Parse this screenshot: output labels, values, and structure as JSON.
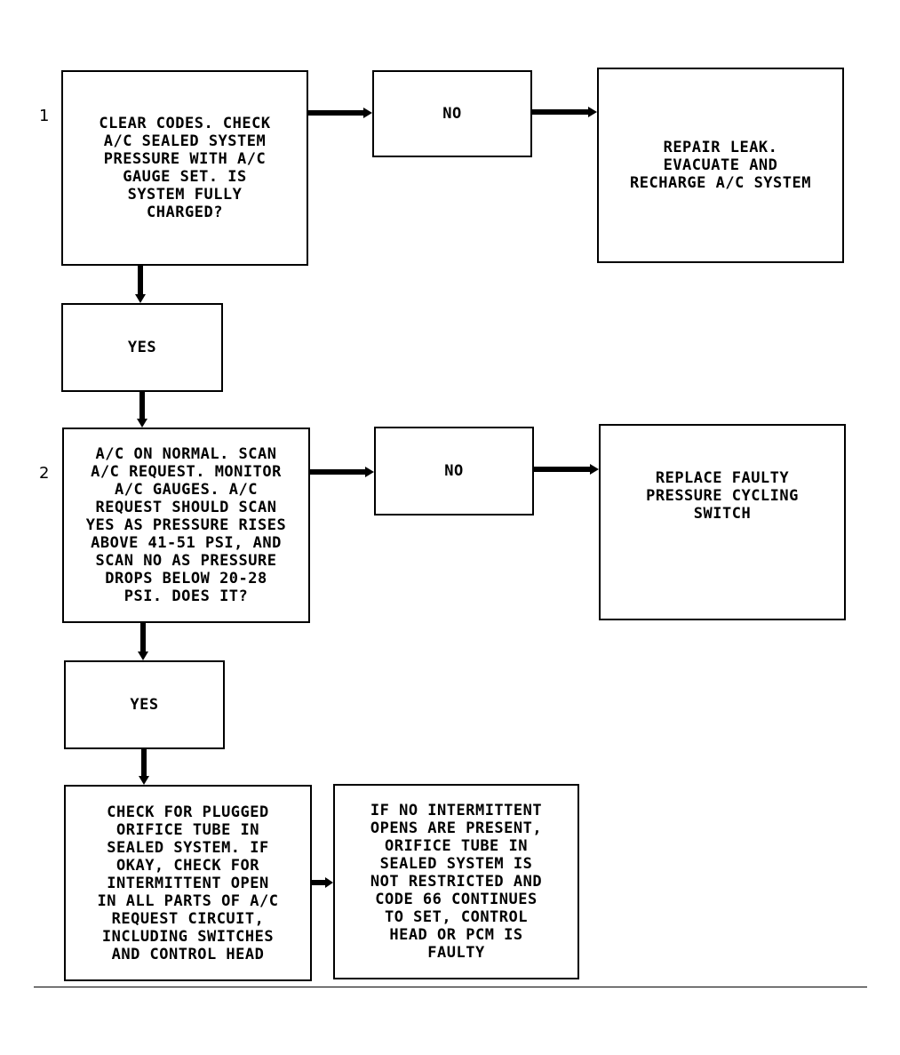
{
  "steps": {
    "one": "1",
    "two": "2"
  },
  "boxes": {
    "step1_question": "CLEAR CODES. CHECK\nA/C SEALED SYSTEM\nPRESSURE WITH A/C\nGAUGE SET. IS\nSYSTEM FULLY\nCHARGED?",
    "step1_no": "NO",
    "step1_no_action": "REPAIR LEAK.\nEVACUATE AND\nRECHARGE A/C SYSTEM",
    "step1_yes": "YES",
    "step2_question": "A/C ON NORMAL. SCAN\nA/C REQUEST. MONITOR\nA/C GAUGES. A/C\nREQUEST SHOULD SCAN\nYES AS PRESSURE RISES\nABOVE 41-51 PSI, AND\nSCAN NO AS PRESSURE\nDROPS BELOW 20-28\nPSI. DOES IT?",
    "step2_no": "NO",
    "step2_no_action": "REPLACE FAULTY\nPRESSURE CYCLING\nSWITCH",
    "step2_yes": "YES",
    "step3_check": "CHECK FOR PLUGGED\nORIFICE TUBE IN\nSEALED SYSTEM. IF\nOKAY, CHECK FOR\nINTERMITTENT OPEN\nIN ALL PARTS OF A/C\nREQUEST CIRCUIT,\nINCLUDING SWITCHES\nAND CONTROL HEAD",
    "step3_result": "IF NO INTERMITTENT\nOPENS ARE PRESENT,\nORIFICE TUBE IN\nSEALED SYSTEM IS\nNOT RESTRICTED AND\nCODE 66 CONTINUES\nTO SET, CONTROL\nHEAD OR PCM IS\nFAULTY"
  }
}
